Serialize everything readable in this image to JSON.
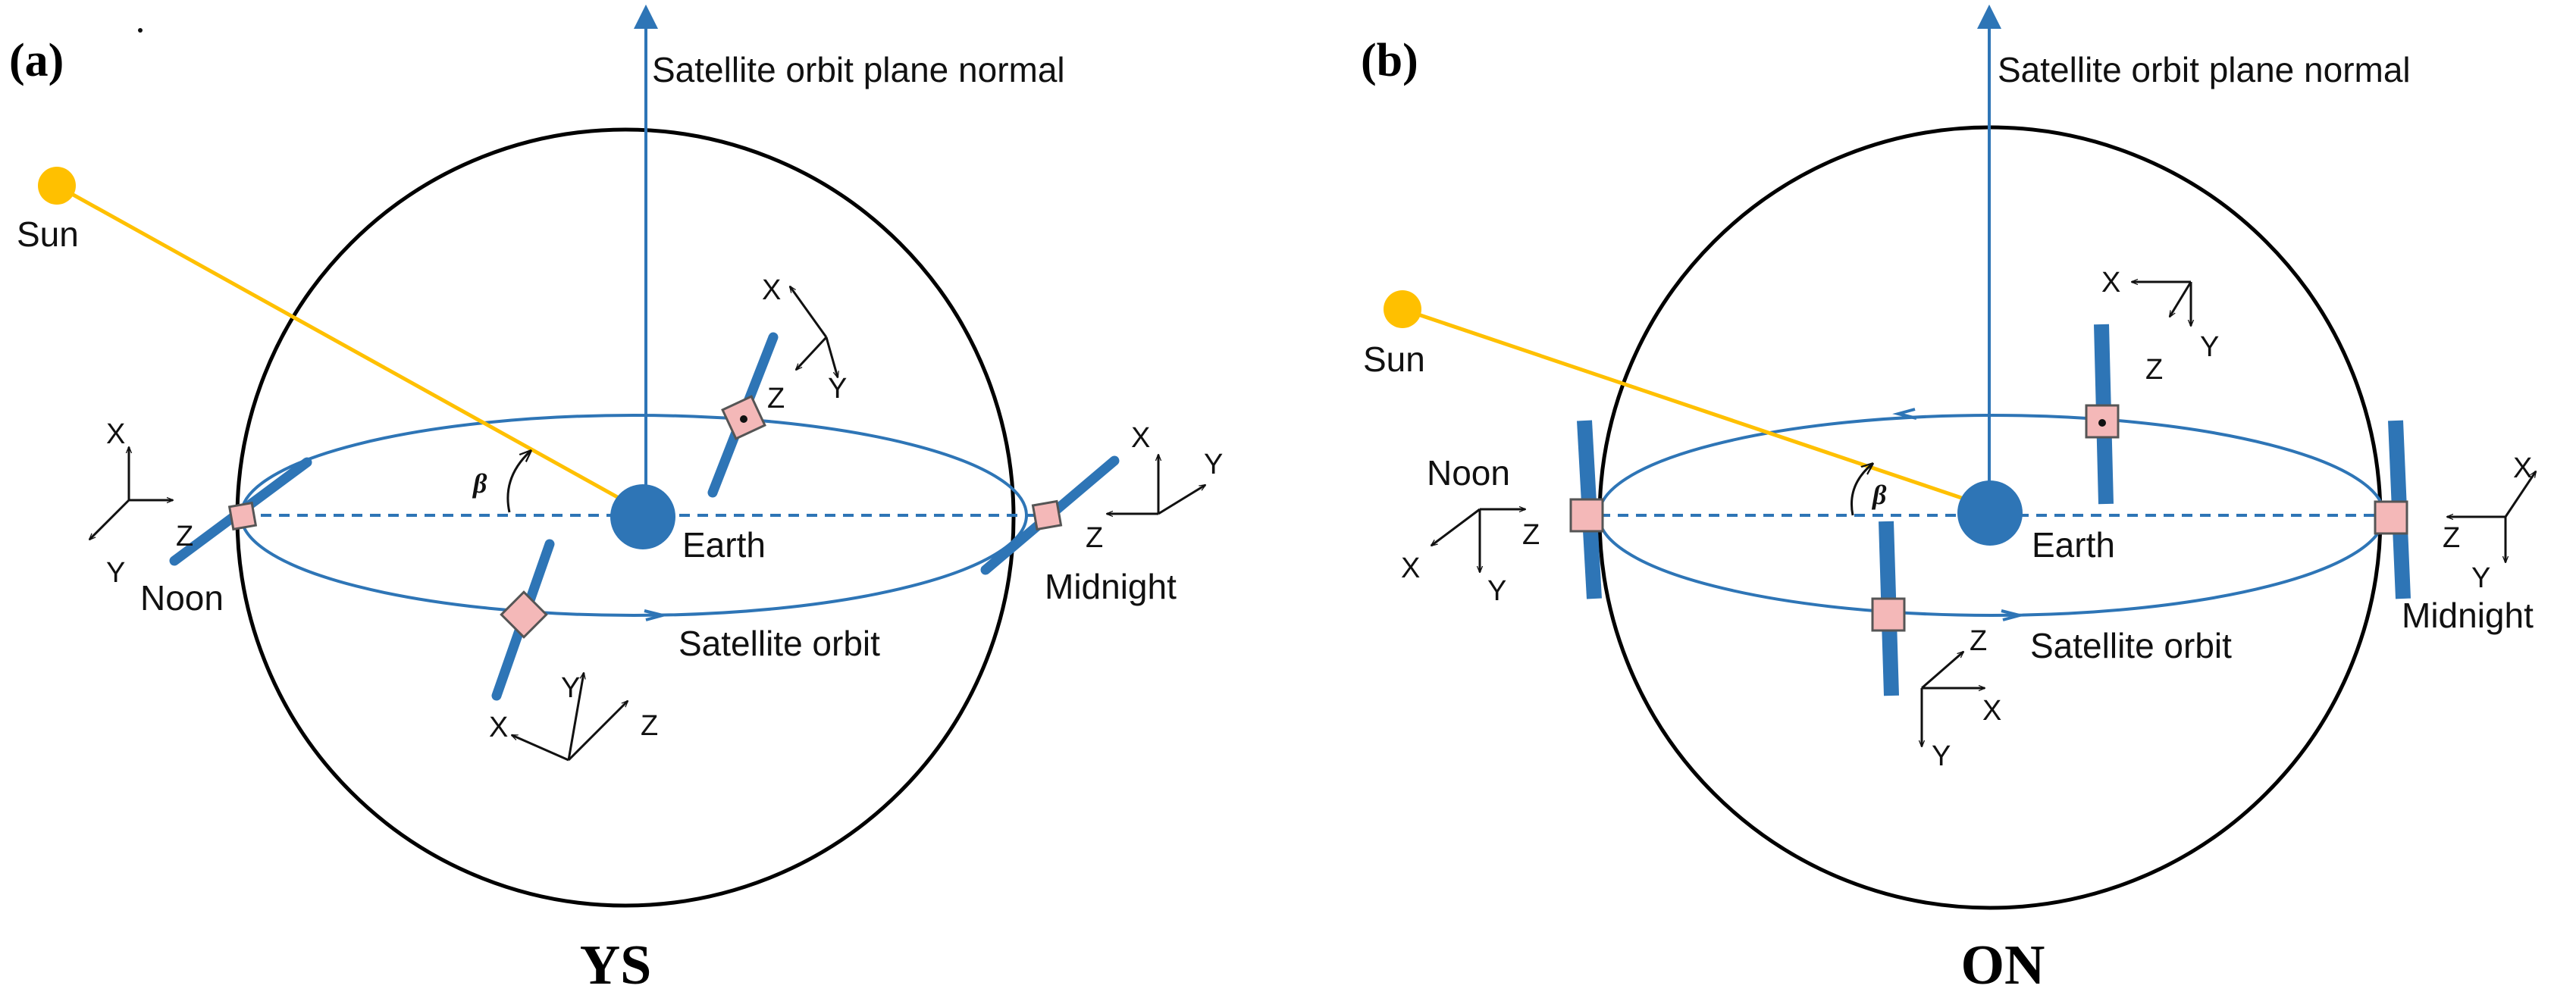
{
  "colors": {
    "sphere": "#000000",
    "orbit": "#2E75B6",
    "earth": "#2E75B6",
    "sun": "#FFC000",
    "sun_ray": "#FFC000",
    "solar_panel": "#2E75B6",
    "satellite_body": "#F4B8B8"
  },
  "panels": [
    {
      "tag": "(a)",
      "title": "YS",
      "normal_label": "Satellite orbit plane normal",
      "sun_label": "Sun",
      "earth_label": "Earth",
      "orbit_label": "Satellite orbit",
      "noon_label": "Noon",
      "midnight_label": "Midnight",
      "beta_label": "β",
      "axes": {
        "x": "X",
        "y": "Y",
        "z": "Z"
      }
    },
    {
      "tag": "(b)",
      "title": "ON",
      "normal_label": "Satellite orbit plane normal",
      "sun_label": "Sun",
      "earth_label": "Earth",
      "orbit_label": "Satellite orbit",
      "noon_label": "Noon",
      "midnight_label": "Midnight",
      "beta_label": "β",
      "axes": {
        "x": "X",
        "y": "Y",
        "z": "Z"
      }
    }
  ]
}
